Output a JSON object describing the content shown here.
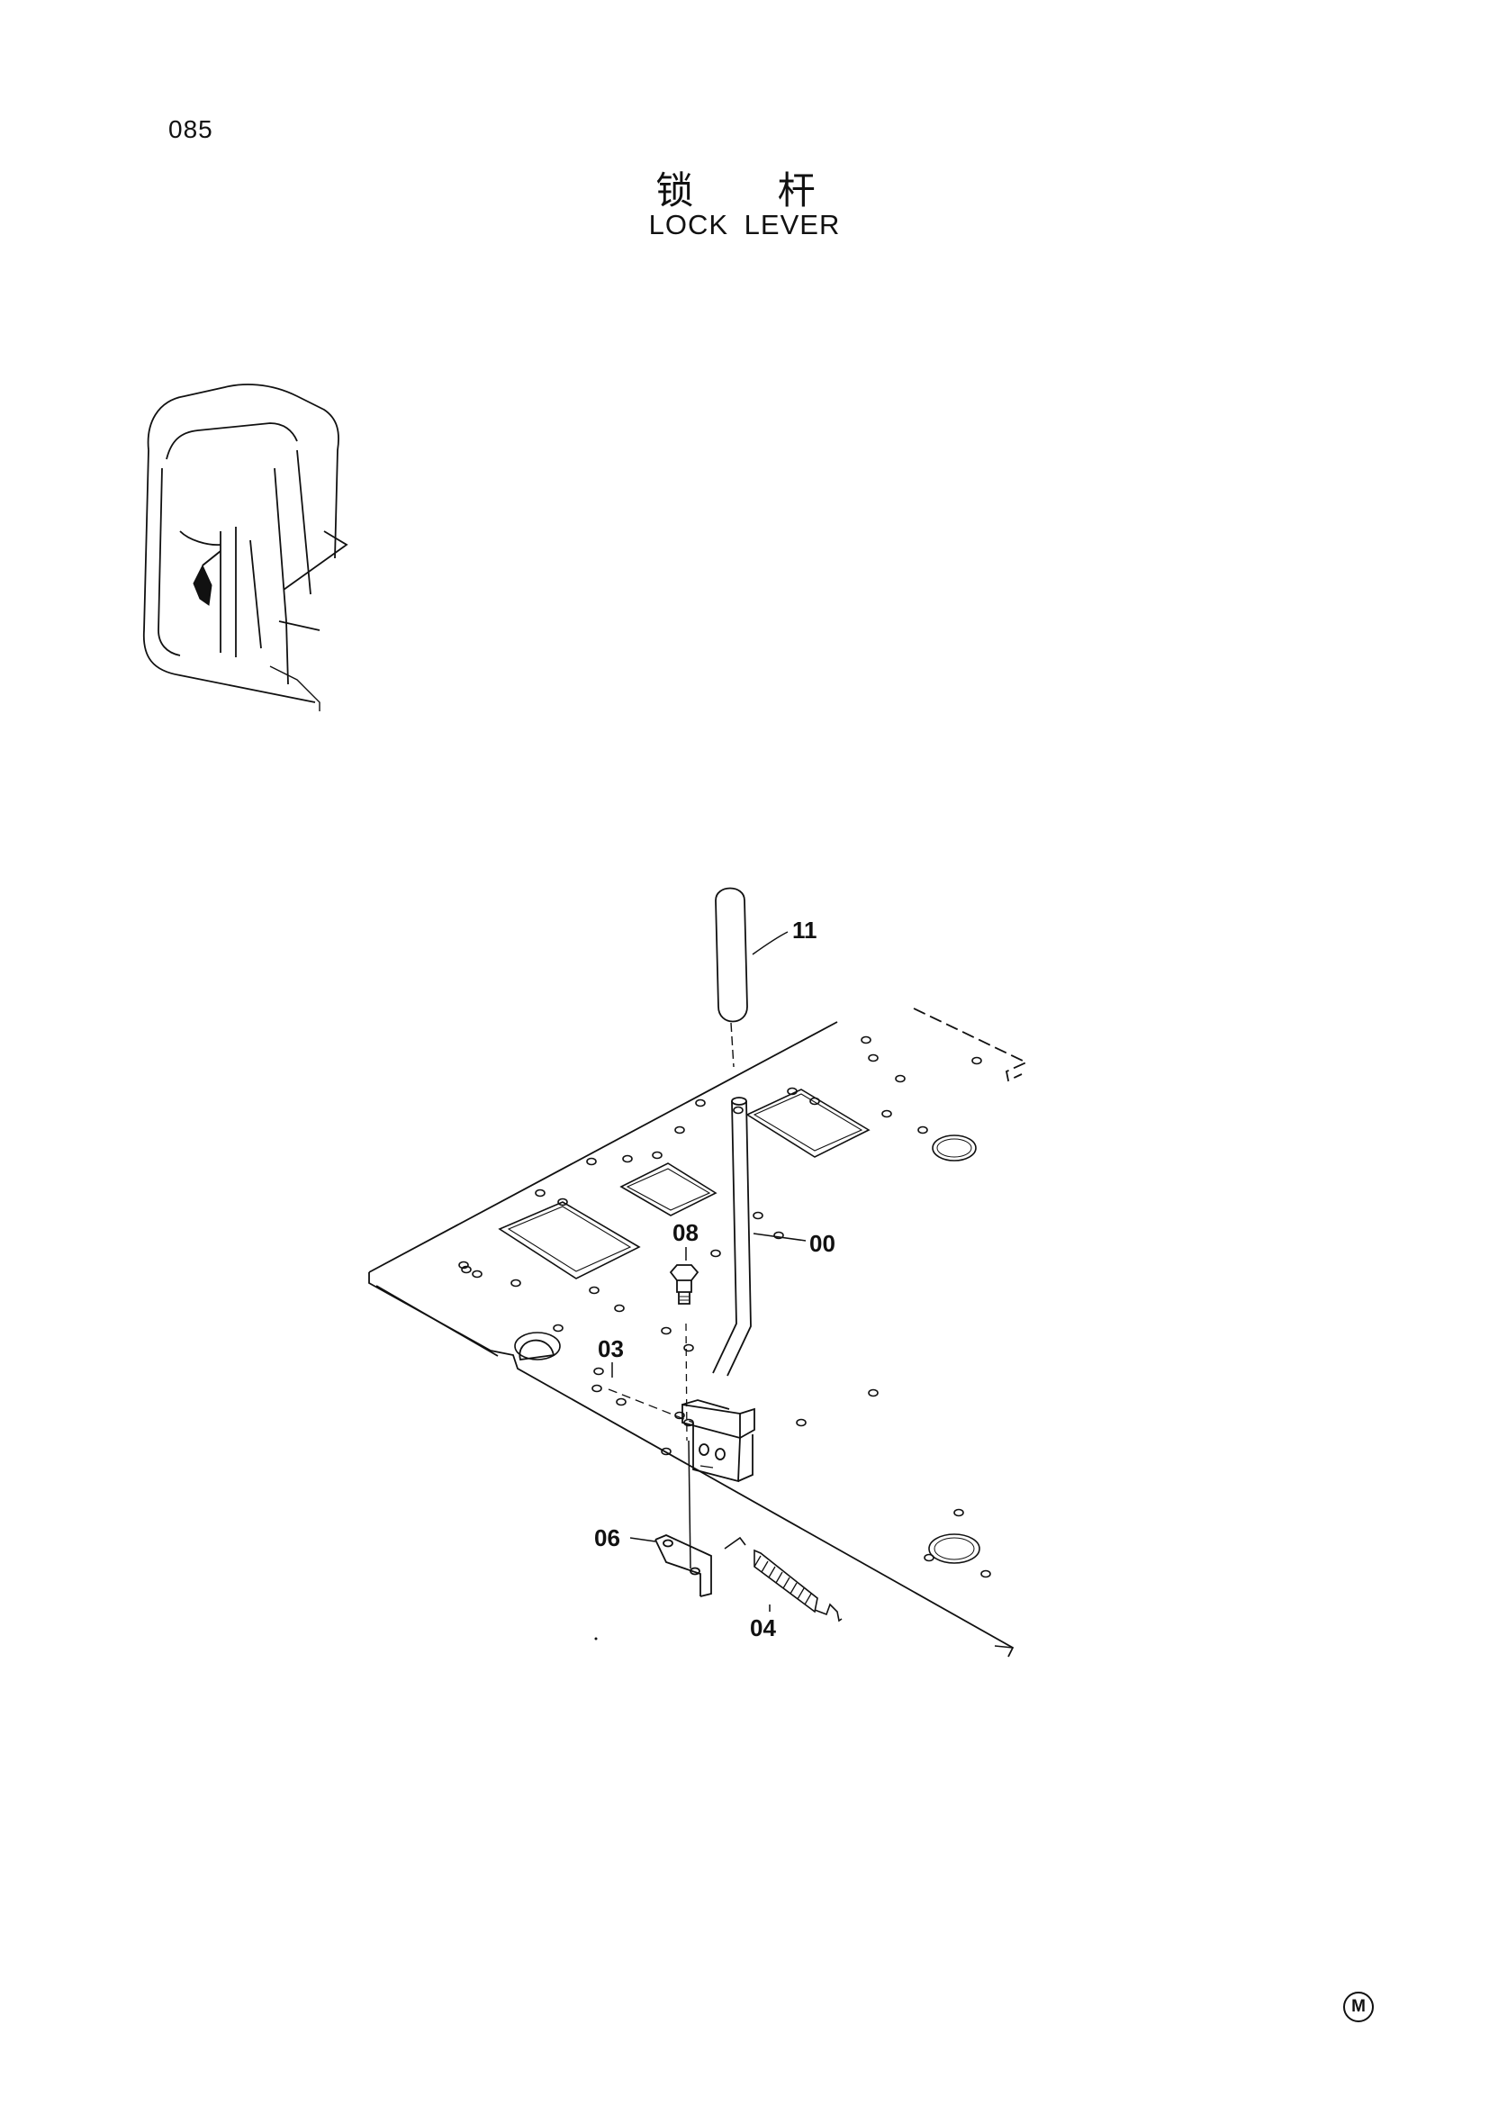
{
  "page": {
    "number": "085",
    "title_cn": "锁 杆",
    "title_en": "LOCK LEVER",
    "corner_mark": "M"
  },
  "callouts": [
    "11",
    "00",
    "08",
    "03",
    "06",
    "04"
  ],
  "colors": {
    "ink": "#111111",
    "paper": "#ffffff"
  }
}
